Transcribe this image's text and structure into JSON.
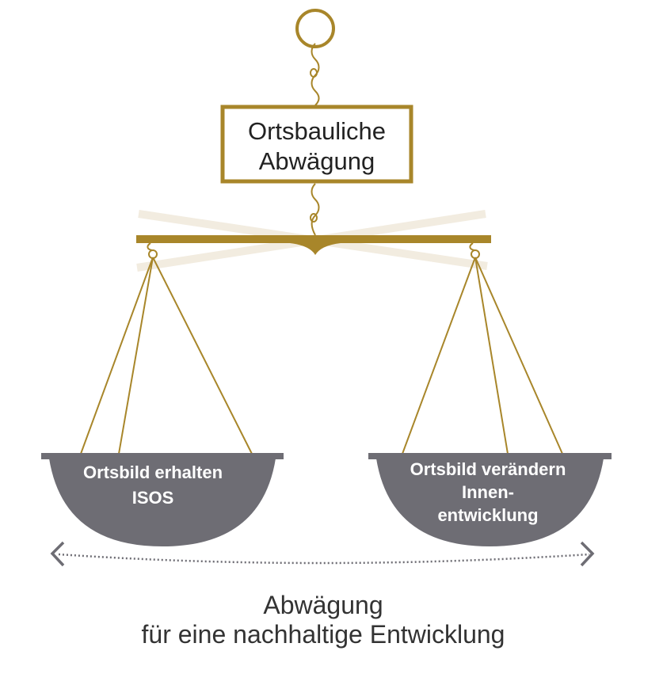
{
  "colors": {
    "gold": "#a8862a",
    "pan": "#6e6d74",
    "faint": "#f2ece0",
    "arrow": "#6e6d74"
  },
  "center_box": {
    "line1": "Ortsbauliche",
    "line2": "Abwägung"
  },
  "left_pan": {
    "line1": "Ortsbild erhalten",
    "line2": "ISOS"
  },
  "right_pan": {
    "line1": "Ortsbild verändern",
    "line2": "Innen-",
    "line3": "entwicklung"
  },
  "caption": {
    "line1": "Abwägung",
    "line2": "für eine nachhaltige Entwicklung"
  },
  "icons": {
    "left_arrow": "chevron-left-icon",
    "right_arrow": "chevron-right-icon"
  }
}
